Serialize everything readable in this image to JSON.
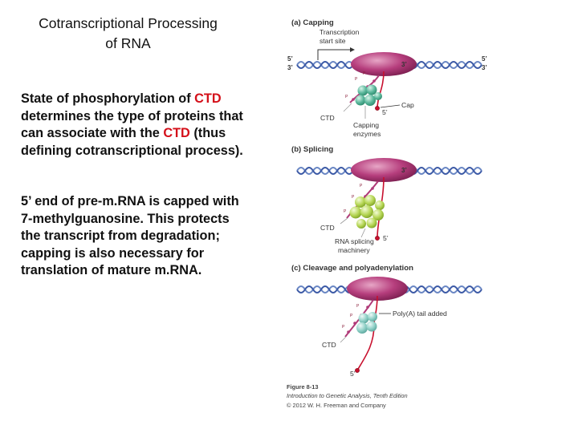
{
  "slide": {
    "title_line1": "Cotranscriptional Processing",
    "title_line2": "of RNA",
    "p1_a": "State of phosphorylation of ",
    "p1_ctd1": "CTD",
    "p1_b": " determines the type of proteins that can associate with the ",
    "p1_ctd2": "CTD",
    "p1_c": " (thus defining cotranscriptional process).",
    "p2": "5’ end of pre-m.RNA is capped with 7-methylguanosine.  This protects the transcript from degradation; capping is also necessary for translation of mature m.RNA."
  },
  "figure": {
    "panel_a": {
      "header": "(a) Capping",
      "transcription_l1": "Transcription",
      "transcription_l2": "start site",
      "left_5": "5’",
      "left_3": "3’",
      "right_5": "5’",
      "right_3": "3’",
      "pol_3": "3’",
      "ctd": "CTD",
      "cap": "Cap",
      "five_prime": "5’",
      "enzymes_l1": "Capping",
      "enzymes_l2": "enzymes"
    },
    "panel_b": {
      "header": "(b) Splicing",
      "pol_3": "3’",
      "ctd": "CTD",
      "five_prime": "5’",
      "machinery_l1": "RNA splicing",
      "machinery_l2": "machinery"
    },
    "panel_c": {
      "header": "(c) Cleavage and polyadenylation",
      "polya": "Poly(A) tail added",
      "ctd": "CTD",
      "five_prime": "5’"
    },
    "phospho_label": "P",
    "caption_l1": "Figure 8-13",
    "caption_l2": "Introduction to Genetic Analysis, Tenth Edition",
    "caption_l3": "© 2012 W. H. Freeman and Company"
  },
  "colors": {
    "polymerase": "#b03a78",
    "rna": "#c8102e",
    "dna_a": "#6a87c4",
    "dna_b": "#3c5aa6",
    "capping_enzyme": "#58b69a",
    "splicing_machinery": "#b5d654",
    "polya_enzyme": "#8ecfc6",
    "text_red": "#d4101a"
  }
}
